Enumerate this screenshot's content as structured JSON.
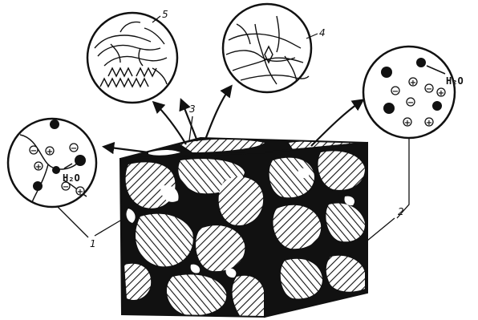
{
  "diagram": {
    "labels": {
      "l1": "1",
      "l2": "2",
      "l3": "3",
      "l4": "4",
      "l5": "5"
    },
    "water_label_left": "H₂O",
    "water_label_right": "H₂O",
    "ion_plus": "+",
    "ion_minus": "−",
    "colors": {
      "ink": "#111111",
      "paper": "#ffffff"
    }
  }
}
